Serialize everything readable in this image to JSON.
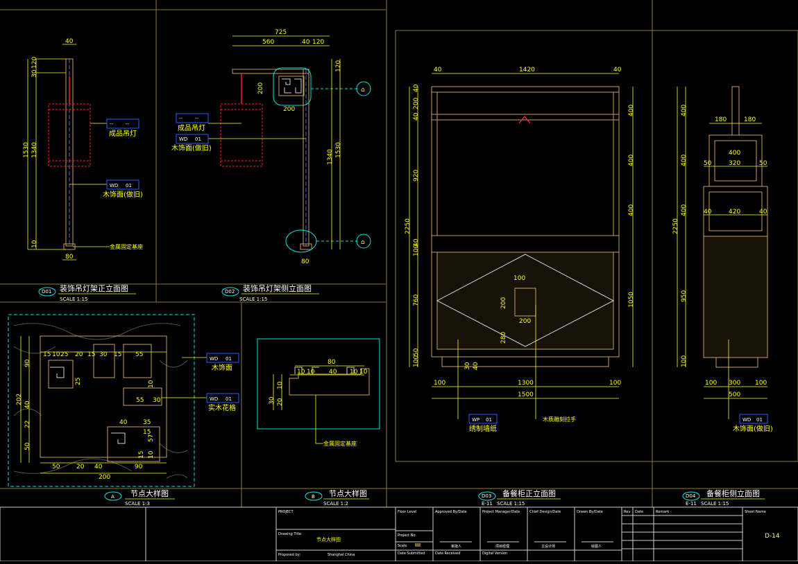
{
  "views": {
    "d01": {
      "num": "D01",
      "ref": "-",
      "title": "装饰吊灯架正立面图",
      "scale": "SCALE 1:15"
    },
    "d02": {
      "num": "D02",
      "ref": "-",
      "title": "装饰吊灯架侧立面图",
      "scale": "SCALE 1:15"
    },
    "a": {
      "num": "A",
      "ref": "-",
      "title": "节点大样图",
      "scale": "SCALE 1:3"
    },
    "b": {
      "num": "B",
      "ref": "-",
      "title": "节点大样图",
      "scale": "SCALE 1:2"
    },
    "d03": {
      "num": "D03",
      "ref": "E-11",
      "title": "备餐柜正立面图",
      "scale": "SCALE 1:15"
    },
    "d04": {
      "num": "D04",
      "ref": "E-11",
      "title": "备餐柜侧立面图",
      "scale": "SCALE 1:15"
    }
  },
  "labels": {
    "pendant_lamp": "成品吊灯",
    "wood_finish_aged": "木饰面(做旧)",
    "wood_finish": "木饰面",
    "solid_wood_lattice": "实木花格",
    "metal_fixing_base": "金属固定基座",
    "embroidered_wallpaper": "绣制墙纸",
    "wood_carved_handle": "木质雕刻拉手",
    "tag_dash": "--",
    "tag_wd": "WD",
    "tag_wp": "WP",
    "tag_01": "01"
  },
  "dims_d01": {
    "top": "40",
    "h1": "30",
    "h2": "120",
    "h3": "1530",
    "h4": "1340",
    "h5": "10",
    "bottom": "80"
  },
  "dims_d02": {
    "total": "725",
    "a": "560",
    "b": "40",
    "c": "120",
    "v1": "120",
    "v2": "200",
    "s1": "200",
    "v3": "1530",
    "v4": "1340",
    "bottom": "80"
  },
  "dims_a": {
    "t1": "15",
    "t2": "10",
    "t3": "25",
    "t4": "20",
    "t5": "15",
    "t6": "30",
    "t7": "15",
    "t8": "55",
    "l1": "90",
    "l2": "202",
    "l3": "40",
    "l4": "22",
    "l5": "50",
    "m1": "55",
    "m2": "30",
    "m3": "40",
    "m4": "35",
    "m5": "15",
    "m6": "57",
    "r1": "10",
    "r2": "25",
    "r3": "15",
    "r4": "10",
    "b1": "50",
    "b2": "20",
    "b3": "40",
    "b4": "90",
    "b5": "200"
  },
  "dims_b": {
    "w": "80",
    "a": "10",
    "b": "10",
    "c": "40",
    "d": "10",
    "e": "10",
    "h": "30",
    "h1": "10",
    "h2": "20"
  },
  "dims_d03": {
    "t1": "40",
    "t2": "1420",
    "t3": "40",
    "l1": "40",
    "l2": "200",
    "l3": "40",
    "l4": "920",
    "l5": "2250",
    "l6": "40",
    "l7": "100",
    "l8": "760",
    "l9": "50",
    "l10": "100",
    "r1": "400",
    "r2": "400",
    "r3": "400",
    "r4": "1050",
    "h1": "100",
    "h2": "200",
    "h3": "200",
    "h4": "280",
    "s1": "30",
    "s2": "40",
    "b1": "100",
    "b2": "1300",
    "b3": "100",
    "b4": "1500"
  },
  "dims_d04": {
    "l1": "400",
    "l2": "400",
    "l3": "400",
    "l4": "2250",
    "l5": "950",
    "l6": "100",
    "t1": "180",
    "t2": "180",
    "w1": "400",
    "w2": "50",
    "w3": "320",
    "w4": "50",
    "w5": "40",
    "w6": "420",
    "w7": "40",
    "b1": "100",
    "b2": "300",
    "b3": "100",
    "b4": "500"
  },
  "title_block": {
    "project": "PROJECT",
    "drawing_title_label": "Drawing Title",
    "drawing_title_value": "节点大样图",
    "proposed_by": "Proposed by:",
    "shanghai": "Shanghai China",
    "floor_level": "Floor Level",
    "project_no": "Project No.",
    "scale": "Scale",
    "date_submitted": "Date Submitted",
    "date_received": "Date Received",
    "digital_version": "Digital Version",
    "approved": "Approved By/Date",
    "pm": "Project Manager/Date",
    "chief": "Chief Design/Date",
    "drawn": "Drawn By/Date",
    "rev": "Rev",
    "date": "Date",
    "remark": "Remark",
    "sheet_name": "Sheet Name",
    "sig1": "审批人",
    "sig2": "项目经理",
    "sig3": "主设计师",
    "sig4": "绘图人",
    "sheet_no": "D-14"
  }
}
